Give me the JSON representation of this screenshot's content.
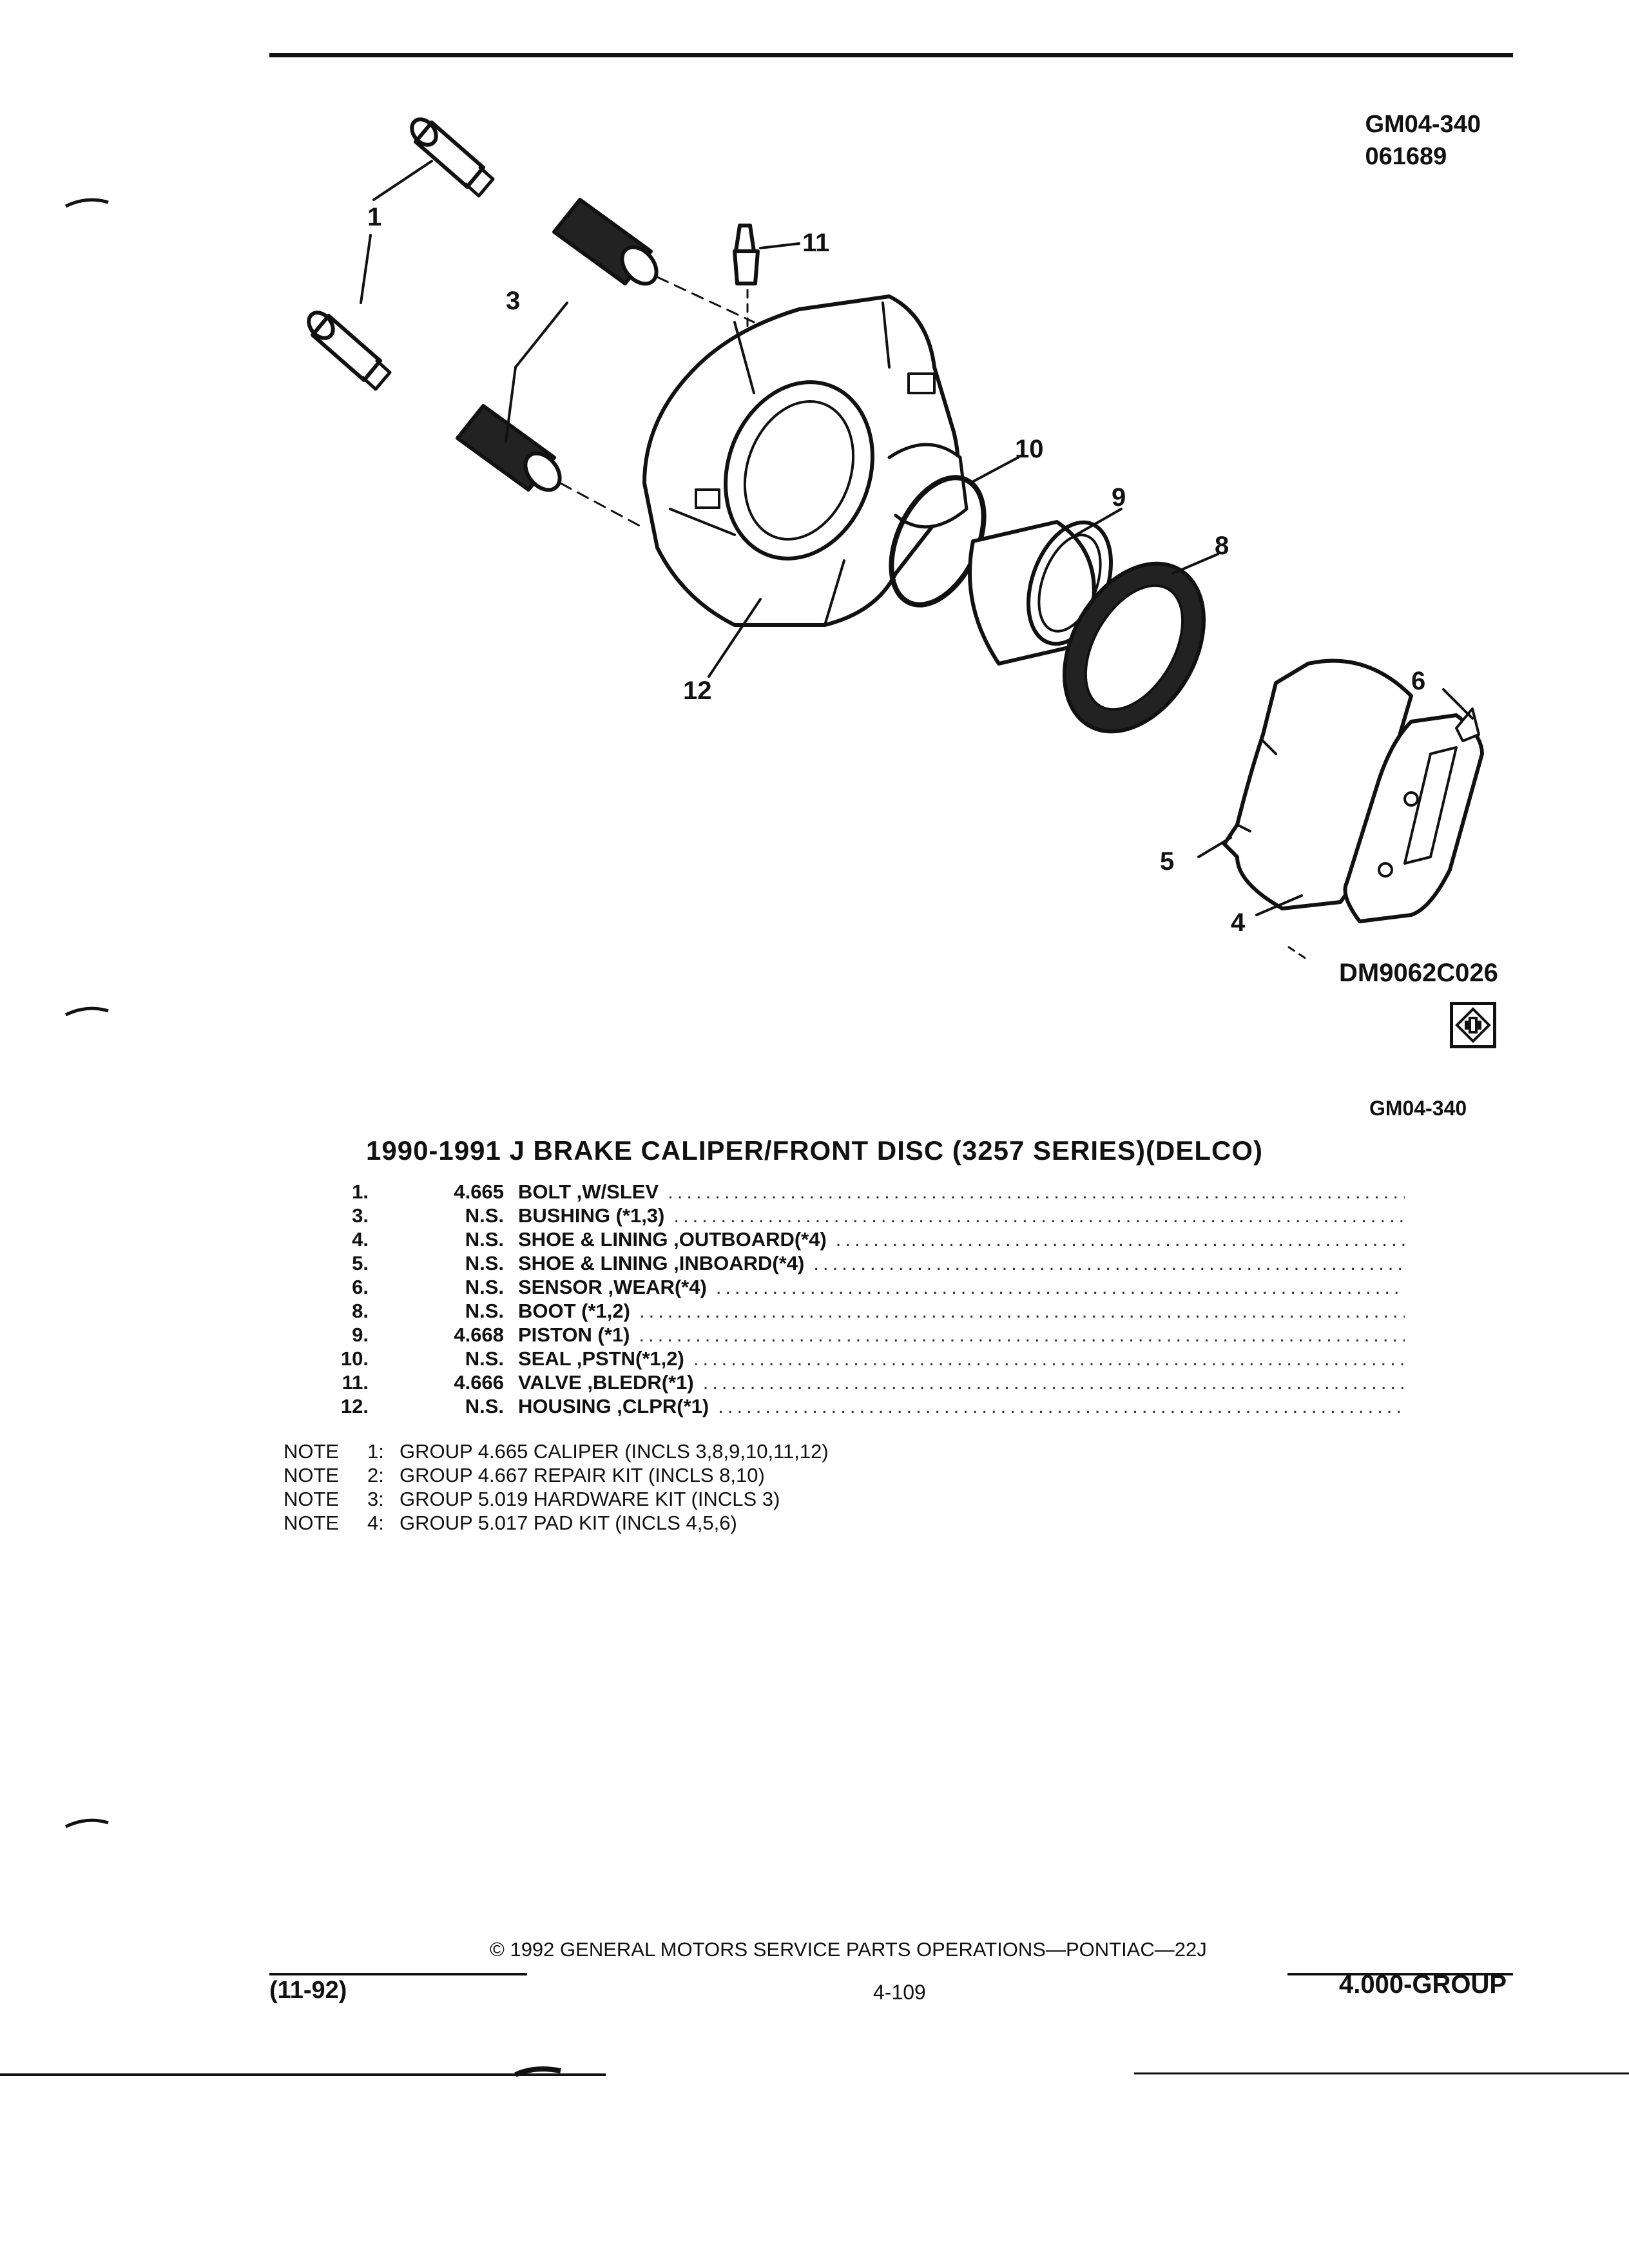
{
  "header": {
    "codes": [
      "GM04-340",
      "061689"
    ]
  },
  "diagram": {
    "callouts": [
      "1",
      "3",
      "11",
      "10",
      "9",
      "8",
      "6",
      "5",
      "4",
      "12"
    ],
    "figure_id": "DM9062C026",
    "logo_icon": "gm-parts-logo-icon"
  },
  "group_ref": "GM04-340",
  "title": "1990-1991 J BRAKE CALIPER/FRONT DISC (3257 SERIES)(DELCO)",
  "parts": [
    {
      "num": "1.",
      "group": "4.665",
      "desc": "BOLT ,W/SLEV"
    },
    {
      "num": "3.",
      "group": "N.S.",
      "desc": "BUSHING (*1,3)"
    },
    {
      "num": "4.",
      "group": "N.S.",
      "desc": "SHOE & LINING ,OUTBOARD(*4)"
    },
    {
      "num": "5.",
      "group": "N.S.",
      "desc": "SHOE & LINING ,INBOARD(*4)"
    },
    {
      "num": "6.",
      "group": "N.S.",
      "desc": "SENSOR ,WEAR(*4)"
    },
    {
      "num": "8.",
      "group": "N.S.",
      "desc": "BOOT (*1,2)"
    },
    {
      "num": "9.",
      "group": "4.668",
      "desc": "PISTON (*1)"
    },
    {
      "num": "10.",
      "group": "N.S.",
      "desc": "SEAL ,PSTN(*1,2)"
    },
    {
      "num": "11.",
      "group": "4.666",
      "desc": "VALVE ,BLEDR(*1)"
    },
    {
      "num": "12.",
      "group": "N.S.",
      "desc": "HOUSING ,CLPR(*1)"
    }
  ],
  "notes": [
    {
      "label": "NOTE",
      "num": "1:",
      "text": "GROUP 4.665 CALIPER (INCLS 3,8,9,10,11,12)"
    },
    {
      "label": "NOTE",
      "num": "2:",
      "text": "GROUP 4.667 REPAIR KIT (INCLS 8,10)"
    },
    {
      "label": "NOTE",
      "num": "3:",
      "text": "GROUP 5.019 HARDWARE KIT (INCLS 3)"
    },
    {
      "label": "NOTE",
      "num": "4:",
      "text": "GROUP 5.017 PAD KIT (INCLS 4,5,6)"
    }
  ],
  "footer": {
    "copyright": "© 1992 GENERAL MOTORS SERVICE PARTS OPERATIONS—PONTIAC—22J",
    "date": "(11-92)",
    "page": "4-109",
    "group": "4.000-GROUP"
  }
}
